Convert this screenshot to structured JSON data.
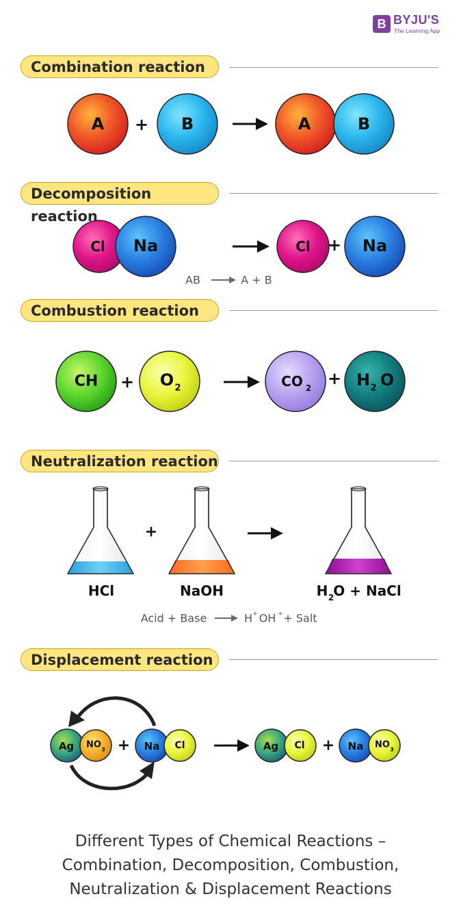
{
  "brand": {
    "letter": "B",
    "name": "BYJU'S",
    "tagline": "The Learning App"
  },
  "sections": {
    "combination": {
      "title": "Combination reaction",
      "reactant_a": "A",
      "plus": "+",
      "reactant_b": "B",
      "product_a": "A",
      "product_b": "B"
    },
    "decomposition": {
      "title": "Decomposition reaction",
      "reactant_cl": "Cl",
      "reactant_na": "Na",
      "product_cl": "Cl",
      "plus": "+",
      "product_na": "Na",
      "equation_left": "AB",
      "equation_right": "A + B"
    },
    "combustion": {
      "title": "Combustion reaction",
      "reactant_ch": "CH",
      "plus1": "+",
      "reactant_o": "O",
      "reactant_o_sub": "2",
      "product_co": "CO",
      "product_co_sub": "2",
      "plus2": "+",
      "product_h": "H",
      "product_h_sub": "2",
      "product_o": "O"
    },
    "neutralization": {
      "title": "Neutralization reaction",
      "plus": "+",
      "acid": "HCl",
      "base": "NaOH",
      "product_h": "H",
      "product_h_sub": "2",
      "product_rest": "O + NaCl",
      "equation_left": "Acid + Base",
      "equation_h": "H",
      "equation_sup1": "+",
      "equation_oh": "OH",
      "equation_sup2": "+",
      "equation_rest": " + Salt"
    },
    "displacement": {
      "title": "Displacement reaction",
      "r_ag": "Ag",
      "r_no": "NO",
      "r_no_sub": "3",
      "plus1": "+",
      "r_na": "Na",
      "r_cl": "Cl",
      "p_ag": "Ag",
      "p_cl": "Cl",
      "plus2": "+",
      "p_na": "Na",
      "p_no": "NO",
      "p_no_sub": "3"
    }
  },
  "caption": {
    "line1": "Different Types of Chemical Reactions –",
    "line2": "Combination, Decomposition, Combustion,",
    "line3": "Neutralization & Displacement Reactions"
  },
  "colors": {
    "pill_fill": "#ffe680",
    "red": "#e8402a",
    "blue": "#2ab6ec",
    "magenta": "#e0148a",
    "navy_blue": "#2a6fd8",
    "green": "#5dd62c",
    "lime": "#e9f53c",
    "lavender": "#b8a2f0",
    "teal": "#127d80",
    "orange": "#f7a21c",
    "acid_liquid": "#3bb4e6",
    "base_liquid": "#ff7a30",
    "product_liquid": "#a81aa8"
  }
}
